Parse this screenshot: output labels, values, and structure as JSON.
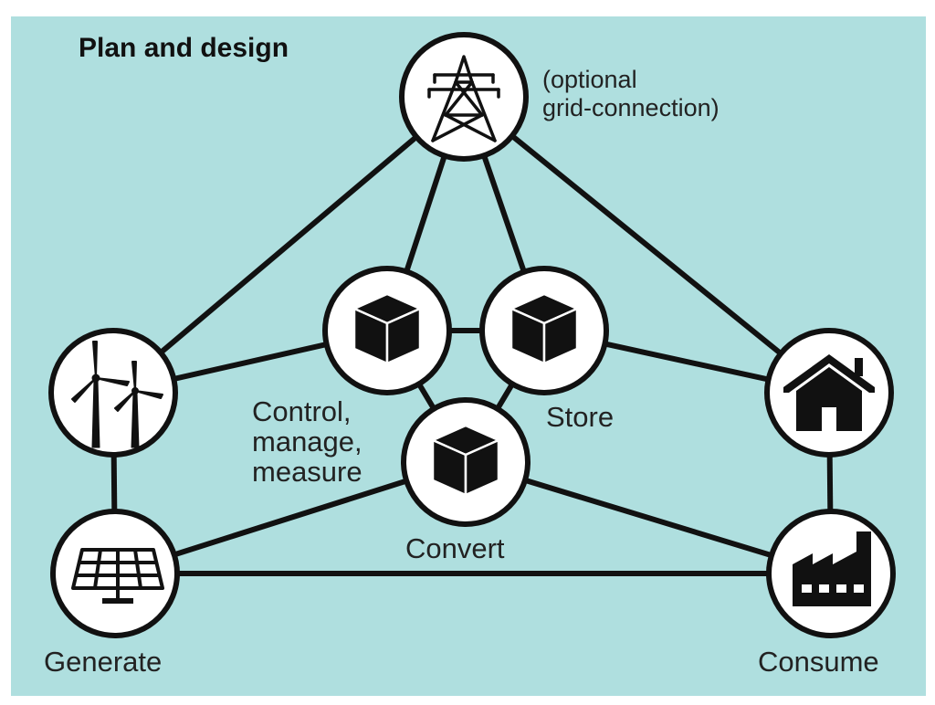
{
  "title": "Plan and design",
  "nodes": {
    "grid": {
      "note": "(optional\ngrid-connection)",
      "icon": "transmission-tower-icon"
    },
    "control": {
      "label": "Control,\nmanage,\nmeasure",
      "icon": "cube-icon"
    },
    "store": {
      "label": "Store",
      "icon": "cube-icon"
    },
    "convert": {
      "label": "Convert",
      "icon": "cube-icon"
    },
    "wind": {
      "icon": "wind-turbine-icon"
    },
    "solar": {
      "label": "Generate",
      "icon": "solar-panel-icon"
    },
    "house": {
      "icon": "house-icon"
    },
    "factory": {
      "label": "Consume",
      "icon": "factory-icon"
    }
  },
  "edges": [
    [
      "grid",
      "wind"
    ],
    [
      "grid",
      "control"
    ],
    [
      "grid",
      "store"
    ],
    [
      "grid",
      "house"
    ],
    [
      "wind",
      "control"
    ],
    [
      "control",
      "store"
    ],
    [
      "store",
      "house"
    ],
    [
      "control",
      "convert"
    ],
    [
      "store",
      "convert"
    ],
    [
      "wind",
      "solar"
    ],
    [
      "house",
      "factory"
    ],
    [
      "solar",
      "convert"
    ],
    [
      "convert",
      "factory"
    ],
    [
      "solar",
      "factory"
    ]
  ],
  "colors": {
    "background": "#afdfdf",
    "node_fill": "#ffffff",
    "stroke": "#111111"
  }
}
